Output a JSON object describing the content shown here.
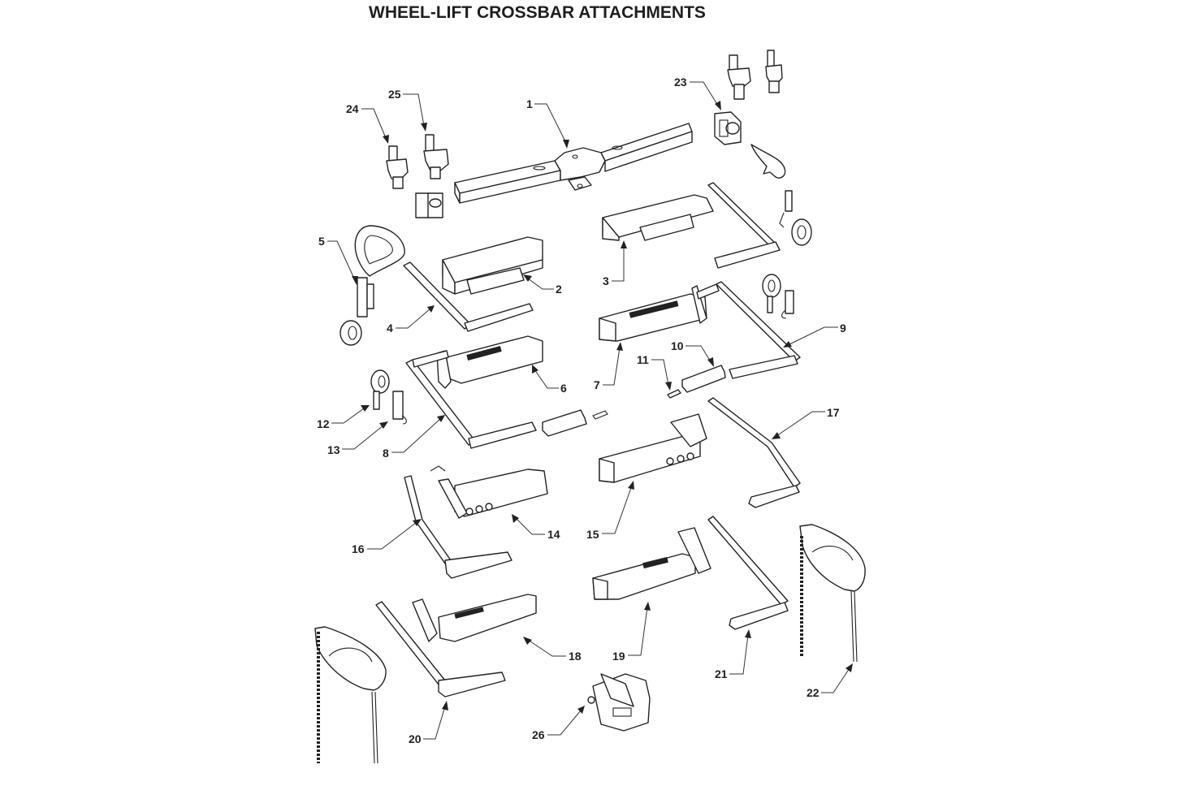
{
  "title": "WHEEL-LIFT CROSSBAR ATTACHMENTS",
  "callouts": [
    {
      "id": "1",
      "part": "crossbar"
    },
    {
      "id": "2",
      "part": "left-wheel-lift-arm-housing"
    },
    {
      "id": "3",
      "part": "right-wheel-lift-arm-housing"
    },
    {
      "id": "4",
      "part": "left-l-arm"
    },
    {
      "id": "5",
      "part": "left-ratchet-strap-handle"
    },
    {
      "id": "6",
      "part": "left-quick-pin-arm-housing"
    },
    {
      "id": "7",
      "part": "right-quick-pin-arm-housing"
    },
    {
      "id": "8",
      "part": "left-adjustable-l-arm"
    },
    {
      "id": "9",
      "part": "right-adjustable-l-arm"
    },
    {
      "id": "10",
      "part": "wheel-stop"
    },
    {
      "id": "11",
      "part": "lock-pin"
    },
    {
      "id": "12",
      "part": "strap-ratchet-left"
    },
    {
      "id": "13",
      "part": "strap-hook-left"
    },
    {
      "id": "14",
      "part": "left-swing-arm-housing"
    },
    {
      "id": "15",
      "part": "right-swing-arm-housing"
    },
    {
      "id": "16",
      "part": "left-curved-l-arm"
    },
    {
      "id": "17",
      "part": "right-curved-l-arm"
    },
    {
      "id": "18",
      "part": "left-self-loading-housing"
    },
    {
      "id": "19",
      "part": "right-self-loading-housing"
    },
    {
      "id": "20",
      "part": "left-self-loading-l-arm"
    },
    {
      "id": "21",
      "part": "right-self-loading-l-arm"
    },
    {
      "id": "22",
      "part": "right-wheel-basket-strap"
    },
    {
      "id": "23",
      "part": "pivot-block"
    },
    {
      "id": "24",
      "part": "pivot-pin-left"
    },
    {
      "id": "25",
      "part": "pivot-pin-right"
    },
    {
      "id": "26",
      "part": "crossbar-clamp"
    }
  ]
}
